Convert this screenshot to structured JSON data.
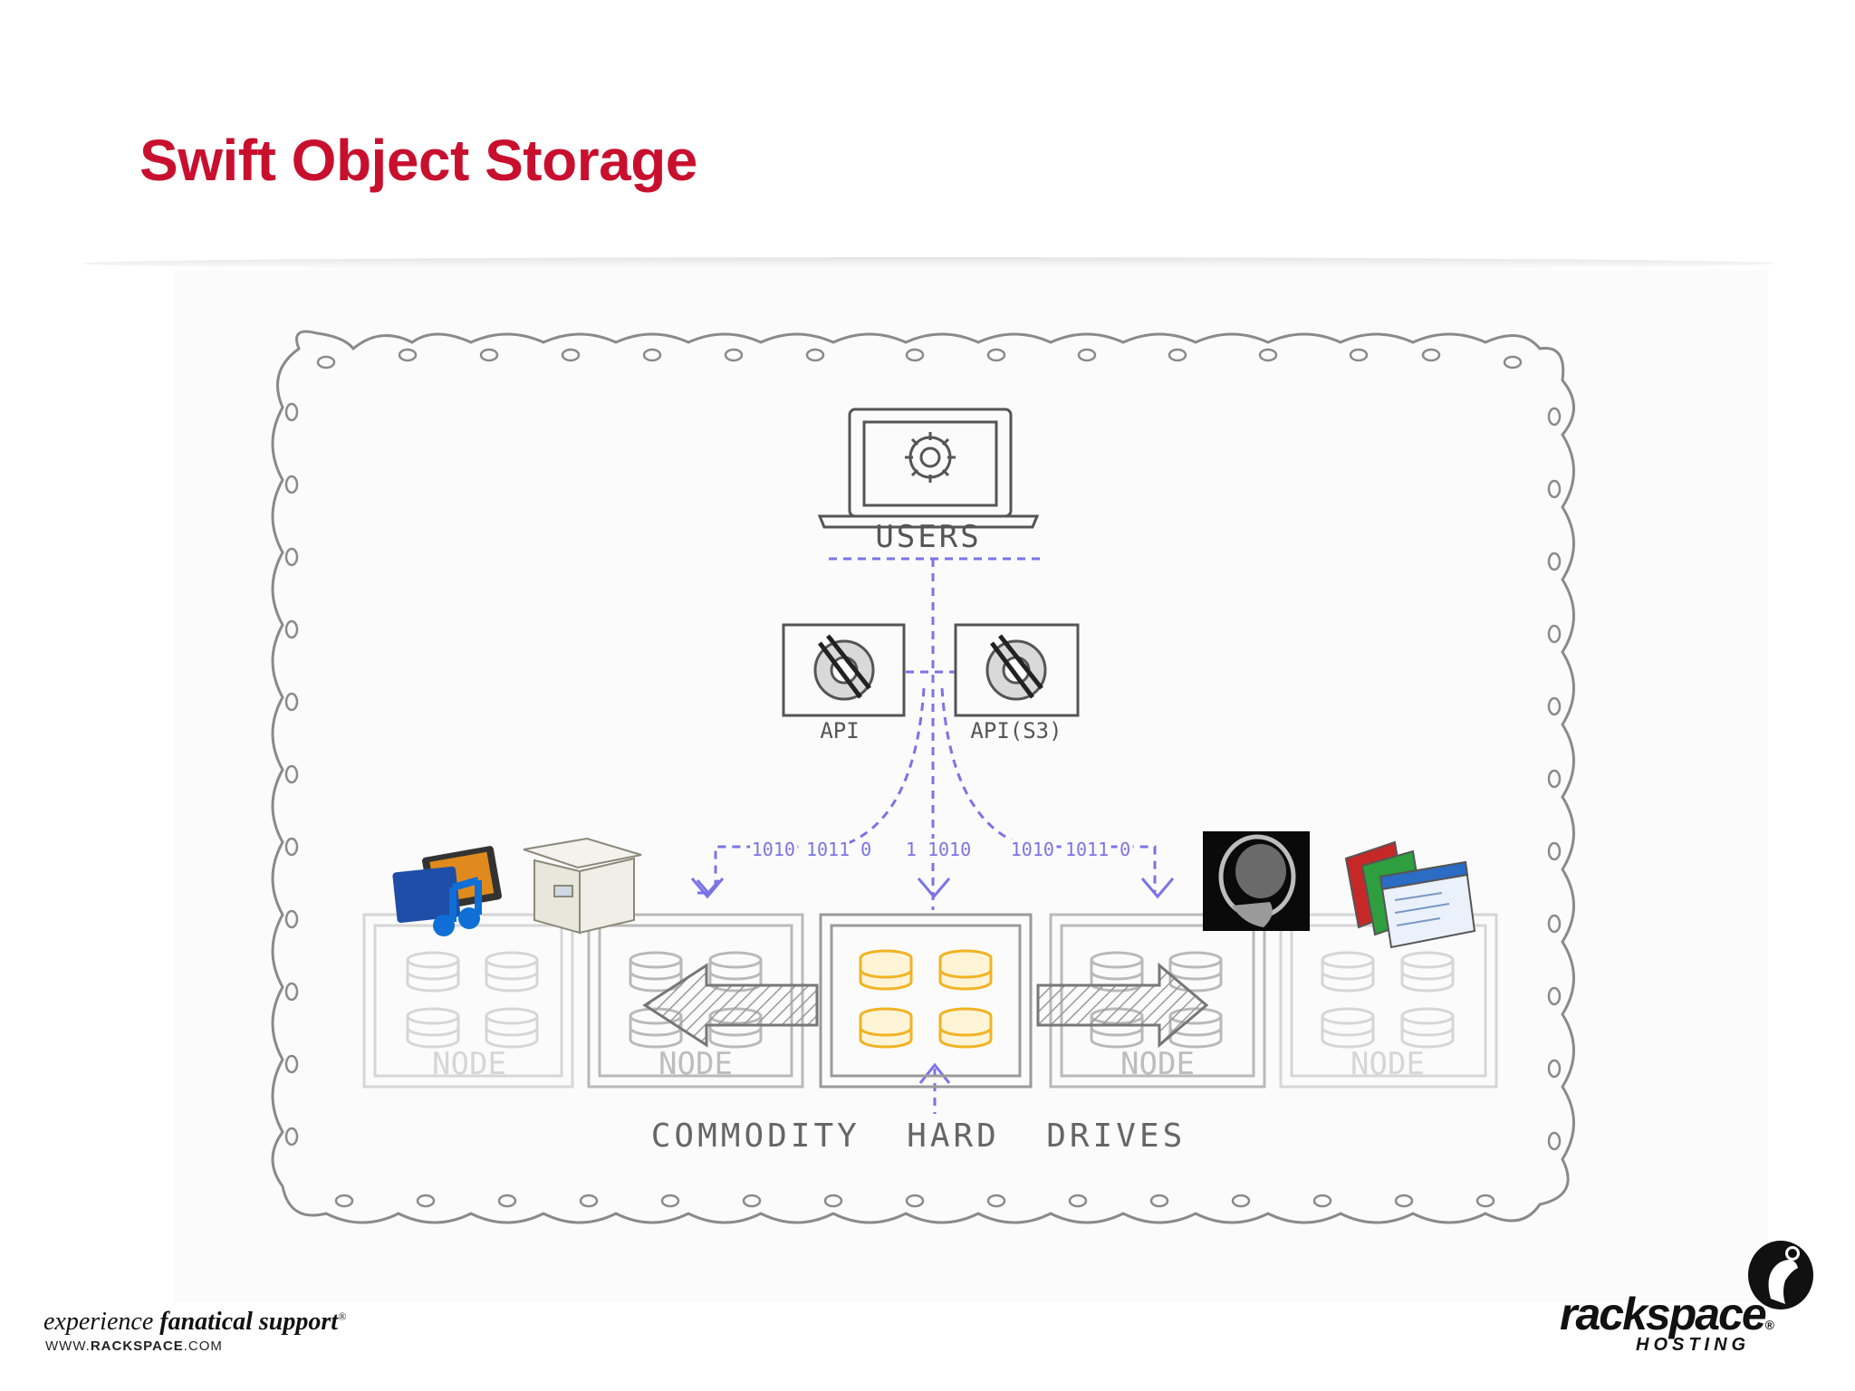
{
  "slide": {
    "title": "Swift Object Storage"
  },
  "diagram": {
    "users_label": "USERS",
    "api_label": "API",
    "api_s3_label": "API(S3)",
    "stream_left": "1010 1011 0",
    "stream_center": "1 1010",
    "stream_right": "1010 1011 0",
    "node_labels": [
      "NODE",
      "NODE",
      "NODE",
      "NODE"
    ],
    "bottom_label": "COMMODITY  HARD  DRIVES",
    "icons": [
      "laptop-gear-icon",
      "api-gear-icon",
      "api-s3-gear-icon",
      "media-icon",
      "archive-box-icon",
      "mri-scan-icon",
      "windows-stack-icon",
      "database-icon",
      "replicate-arrow-icon"
    ],
    "colors": {
      "dashed_line": "#7b73e6",
      "active_drive": "#f0b323",
      "sketch": "#777777",
      "faded": "#d6d6d6"
    }
  },
  "footer": {
    "tagline_prefix": "experience ",
    "tagline_strong": "fanatical support",
    "tagline_reg": "®",
    "url_prefix": "WWW.",
    "url_strong": "RACKSPACE",
    "url_suffix": ".COM",
    "brand_name": "rackspace",
    "brand_reg": "®",
    "brand_sub": "HOSTING",
    "brand_color": "#111111"
  }
}
